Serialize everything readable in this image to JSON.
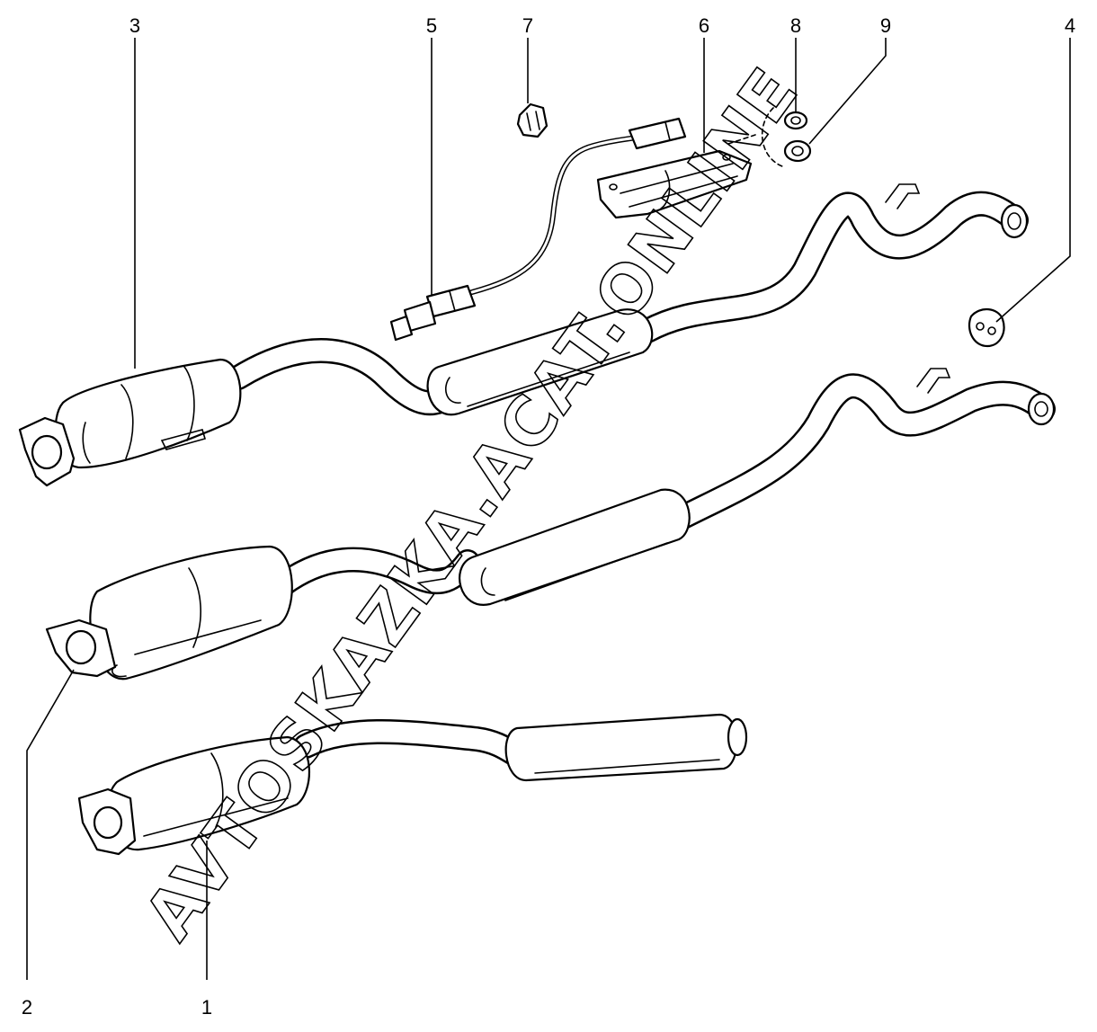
{
  "callouts": [
    {
      "id": "1",
      "label": "1"
    },
    {
      "id": "2",
      "label": "2"
    },
    {
      "id": "3",
      "label": "3"
    },
    {
      "id": "4",
      "label": "4"
    },
    {
      "id": "5",
      "label": "5"
    },
    {
      "id": "6",
      "label": "6"
    },
    {
      "id": "7",
      "label": "7"
    },
    {
      "id": "8",
      "label": "8"
    },
    {
      "id": "9",
      "label": "9"
    }
  ],
  "watermark": "AVTOSKAZKA.ACAT.ONLINE",
  "colors": {
    "line": "#000000",
    "background": "#ffffff"
  }
}
